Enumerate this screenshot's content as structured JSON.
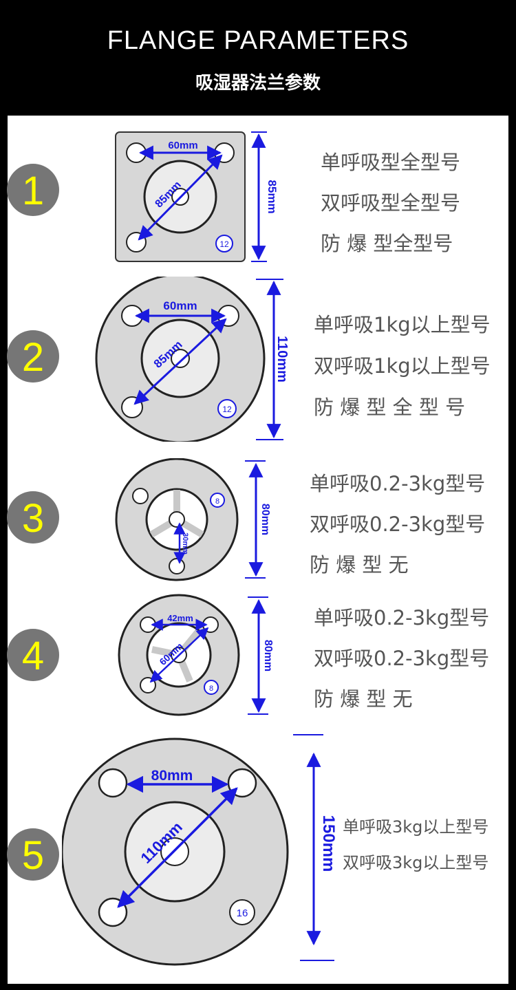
{
  "header": {
    "title": "FLANGE PARAMETERS",
    "subtitle": "吸湿器法兰参数"
  },
  "colors": {
    "background": "#000000",
    "panel": "#ffffff",
    "flange_fill": "#d7d7d7",
    "badge_fill": "#767676",
    "badge_text": "#ffff00",
    "dimension": "#1a1adf",
    "text": "#555555"
  },
  "flanges": [
    {
      "number": "1",
      "width_label": "60mm",
      "diagonal_label": "85mm",
      "height_label": "85mm",
      "hole_label": "12",
      "lines": [
        "单呼吸型全型号",
        "双呼吸型全型号",
        "防 爆 型全型号"
      ]
    },
    {
      "number": "2",
      "width_label": "60mm",
      "diagonal_label": "85mm",
      "height_label": "110mm",
      "hole_label": "12",
      "lines": [
        "单呼吸1kg以上型号",
        "双呼吸1kg以上型号",
        "防 爆 型 全 型 号"
      ]
    },
    {
      "number": "3",
      "radius_label": "30mm",
      "height_label": "80mm",
      "hole_label": "8",
      "lines": [
        "单呼吸0.2-3kg型号",
        "双呼吸0.2-3kg型号",
        "防 爆 型 无"
      ]
    },
    {
      "number": "4",
      "width_label": "42mm",
      "diagonal_label": "60mm",
      "height_label": "80mm",
      "hole_label": "8",
      "lines": [
        "单呼吸0.2-3kg型号",
        "双呼吸0.2-3kg型号",
        "防 爆 型 无"
      ]
    },
    {
      "number": "5",
      "width_label": "80mm",
      "diagonal_label": "110mm",
      "height_label": "150mm",
      "hole_label": "16",
      "lines": [
        "单呼吸3kg以上型号",
        "双呼吸3kg以上型号"
      ]
    }
  ]
}
